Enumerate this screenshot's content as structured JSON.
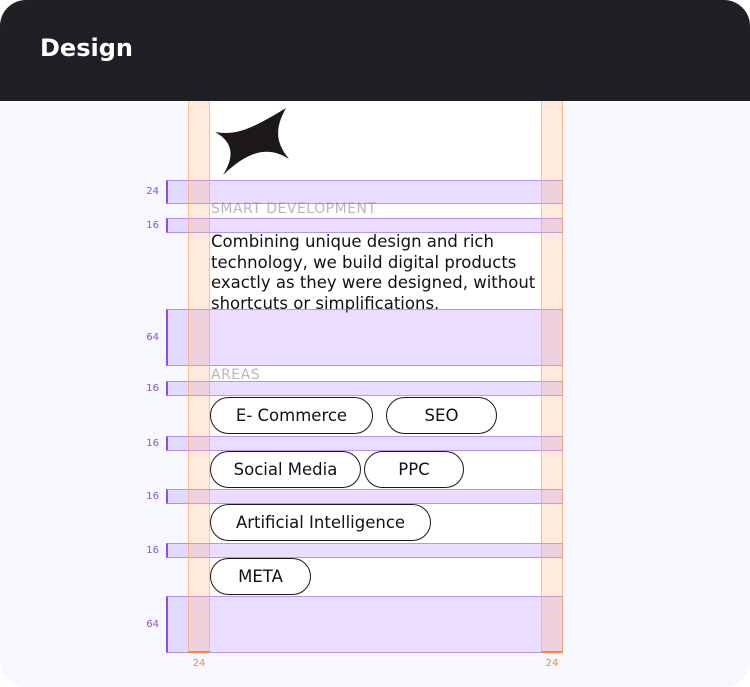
{
  "header": {
    "title": "Design"
  },
  "content": {
    "eyebrow_1": "SMART DEVELOPMENT",
    "description": "Combining unique design and rich technology, we build digital products exactly as they were designed, without shortcuts or simplifications.",
    "eyebrow_2": "AREAS",
    "tags": [
      "E- Commerce",
      "SEO",
      "Social Media",
      "PPC",
      "Artificial Intelligence",
      "META"
    ]
  },
  "spacing_guides": [
    "24",
    "16",
    "64",
    "16",
    "16",
    "16",
    "16",
    "64"
  ],
  "column_guides": {
    "left": "24",
    "right": "24"
  },
  "colors": {
    "header_bg": "#1f2023",
    "card_bg": "#f6f8fd",
    "spacing_overlay": "#8b4fe8",
    "column_overlay": "#f28a3a",
    "text_muted": "#b8b8b8"
  },
  "icons": {
    "logo": "four-point-star-logo-icon"
  }
}
